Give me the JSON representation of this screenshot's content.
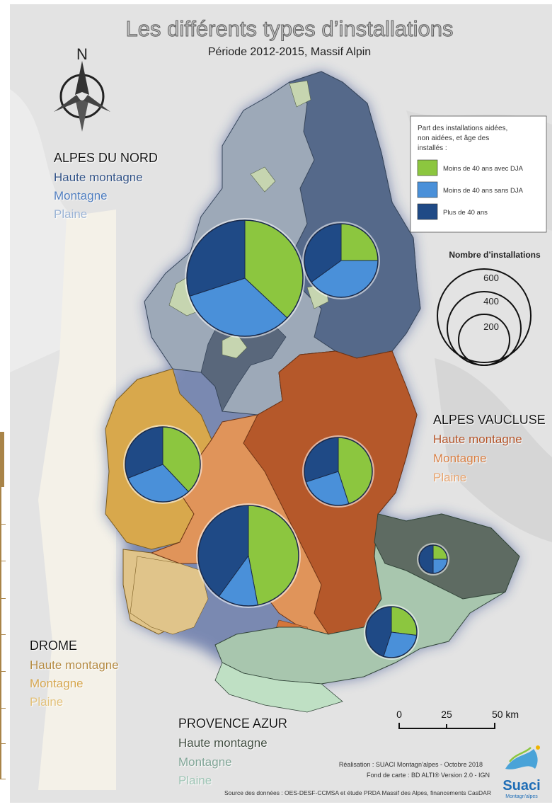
{
  "title": "Les différents types d’installations",
  "subtitle": "Période 2012-2015, Massif Alpin",
  "north_label": "N",
  "legend": {
    "title_lines": [
      "Part des installations aidées,",
      "non aidées, et âge des",
      "installés :"
    ],
    "items": [
      {
        "label": "Moins de 40 ans avec DJA",
        "color": "#8cc63f"
      },
      {
        "label": "Moins de 40 ans sans DJA",
        "color": "#4a90d9"
      },
      {
        "label": "Plus de 40 ans",
        "color": "#1f4a86"
      }
    ]
  },
  "size_legend": {
    "title": "Nombre d’installations",
    "values": [
      "600",
      "400",
      "200"
    ]
  },
  "regions": [
    {
      "name": "ALPES DU NORD",
      "levels": [
        "Haute montagne",
        "Montagne",
        "Plaine"
      ],
      "colors": [
        "#2c4f86",
        "#4a7cc0",
        "#9bb4d6"
      ]
    },
    {
      "name": "ALPES VAUCLUSE",
      "levels": [
        "Haute montagne",
        "Montagne",
        "Plaine"
      ],
      "colors": [
        "#b44f1e",
        "#d97e3e",
        "#e8a46c"
      ]
    },
    {
      "name": "DROME",
      "levels": [
        "Haute montagne",
        "Montagne",
        "Plaine"
      ],
      "colors": [
        "#b58a3c",
        "#d6a64a",
        "#e3c27a"
      ]
    },
    {
      "name": "PROVENCE AZUR",
      "levels": [
        "Haute montagne",
        "Montagne",
        "Plaine"
      ],
      "colors": [
        "#3a4a3a",
        "#7fa596",
        "#9cc4b4"
      ]
    }
  ],
  "pies": [
    {
      "name": "alpes-nord-montagne",
      "shares": [
        0.37,
        0.33,
        0.3
      ]
    },
    {
      "name": "alpes-nord-haute-montagne",
      "shares": [
        0.25,
        0.4,
        0.35
      ]
    },
    {
      "name": "drome-montagne",
      "shares": [
        0.38,
        0.31,
        0.31
      ]
    },
    {
      "name": "vaucluse-haute-montagne",
      "shares": [
        0.47,
        0.13,
        0.4
      ]
    },
    {
      "name": "vaucluse-montagne",
      "shares": [
        0.45,
        0.25,
        0.3
      ]
    },
    {
      "name": "provence-haute-montagne",
      "shares": [
        0.25,
        0.25,
        0.5
      ]
    },
    {
      "name": "provence-montagne",
      "shares": [
        0.27,
        0.28,
        0.45
      ]
    }
  ],
  "scale": {
    "ticks": [
      "0",
      "25",
      "50 km"
    ]
  },
  "credits": [
    "Réalisation : SUACI Montagn’alpes - Octobre 2018",
    "Fond de carte : BD ALTI® Version 2.0 - IGN",
    "Source des données : OES-DESF-CCMSA et étude PRDA Massif des Alpes, financements CasDAR"
  ],
  "logo": {
    "name": "Suaci",
    "tagline": "Montagn’alpes"
  }
}
